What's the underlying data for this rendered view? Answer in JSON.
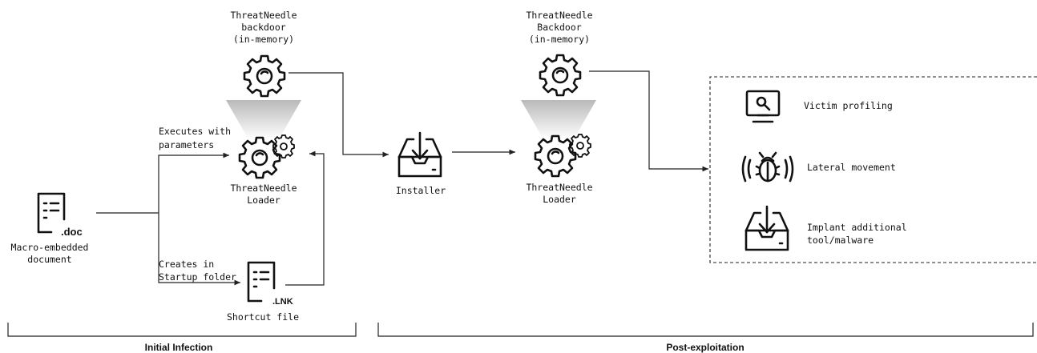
{
  "nodes": {
    "backdoor1": [
      "ThreatNeedle",
      "backdoor",
      "(in-memory)"
    ],
    "loader1": [
      "ThreatNeedle",
      "Loader"
    ],
    "doc": {
      "ext": ".doc",
      "label": [
        "Macro-embedded",
        "document"
      ]
    },
    "lnk": {
      "ext": ".LNK",
      "label": "Shortcut file"
    },
    "installer": "Installer",
    "backdoor2": [
      "ThreatNeedle",
      "Backdoor",
      "(in-memory)"
    ],
    "loader2": [
      "ThreatNeedle",
      "Loader"
    ]
  },
  "edges": {
    "executes": [
      "Executes with",
      "parameters"
    ],
    "creates": [
      "Creates in",
      "Startup folder"
    ]
  },
  "outcomes": [
    "Victim profiling",
    "Lateral movement",
    "Implant additional",
    "tool/malware"
  ],
  "phases": {
    "initial": "Initial Infection",
    "post": "Post-exploitation"
  },
  "colors": {
    "stroke": "#222222",
    "beam_top": "#b9b9b9",
    "beam_bottom": "#ffffff"
  }
}
